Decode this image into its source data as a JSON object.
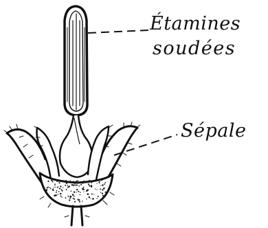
{
  "labels": {
    "etamines_line1": "Étamines",
    "etamines_line2": "soudées",
    "sepale": "Sépale"
  },
  "colors": {
    "ink": "#111111",
    "paper": "#ffffff"
  }
}
